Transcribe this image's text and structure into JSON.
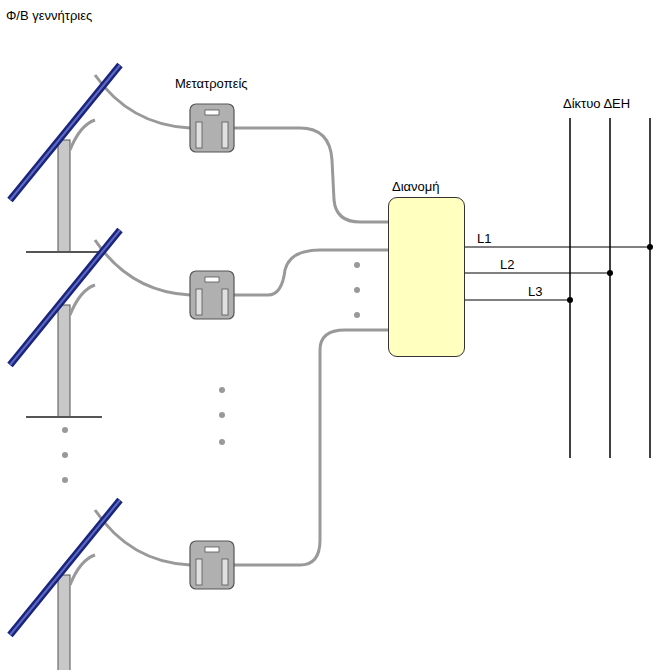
{
  "diagram": {
    "nodes": [
      {
        "text": [
          "Διανομή"
        ]
      }
    ],
    "labels": [
      "Φ/Β γεννήτριες",
      "Μετατροπείς",
      "Δίκτυο ΔΕΗ",
      "L1",
      "L2",
      "L3"
    ]
  }
}
